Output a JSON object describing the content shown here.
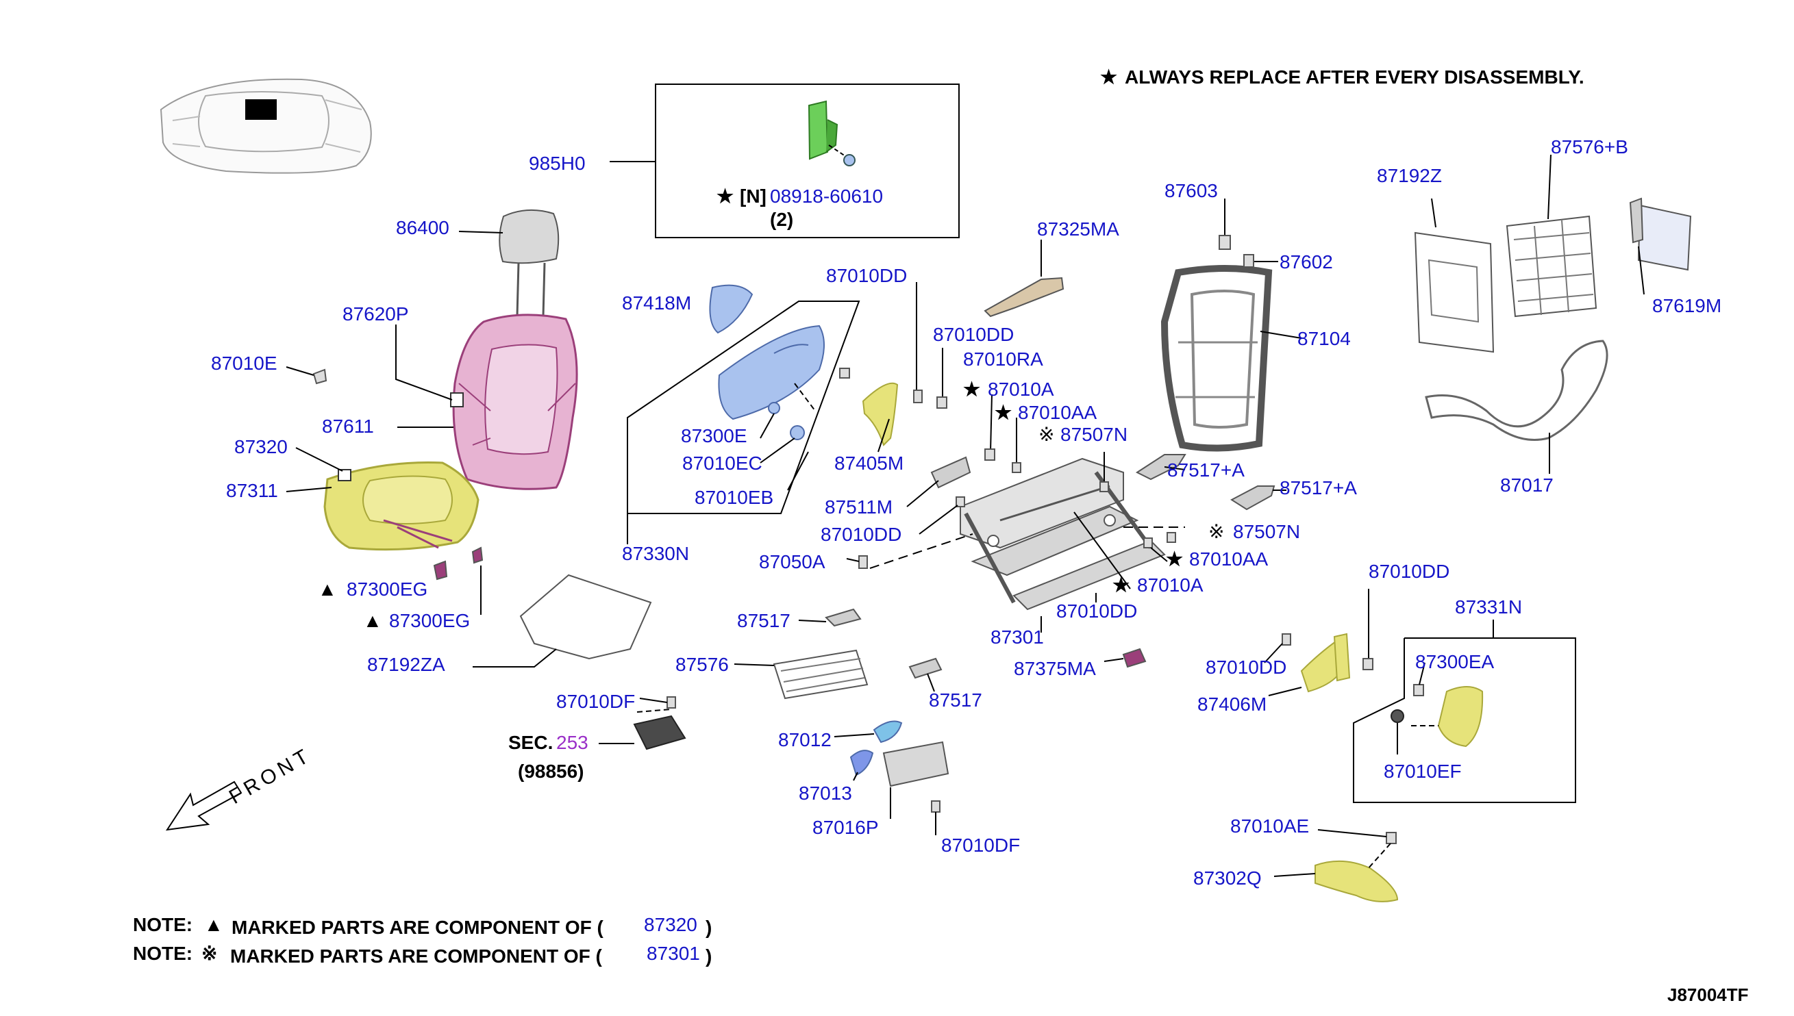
{
  "colors": {
    "label": "#1515c8",
    "text": "#000000",
    "sec_number": "#9a2fc8",
    "pink": "#e7b3d2",
    "pink_dark": "#9b3f7a",
    "yellow": "#e6e37a",
    "yellow_dark": "#a9a83a",
    "blue": "#a9c2ee",
    "green": "#6ccf5a",
    "gray": "#cfcfcf",
    "dark": "#555555"
  },
  "header_note": "ALWAYS REPLACE AFTER EVERY DISASSEMBLY.",
  "symbols": {
    "star": "★",
    "triangle": "▲",
    "ref": "※"
  },
  "labels": {
    "p985H0": "985H0",
    "p08918": "08918-60610",
    "n_mark": "[N]",
    "qty": "(2)",
    "p86400": "86400",
    "p87620P": "87620P",
    "p87010E": "87010E",
    "p87611": "87611",
    "p87320": "87320",
    "p87311": "87311",
    "p87300EG_1": "87300EG",
    "p87300EG_2": "87300EG",
    "p87192ZA": "87192ZA",
    "p87418M": "87418M",
    "p87300E": "87300E",
    "p87010EC": "87010EC",
    "p87010EB": "87010EB",
    "p87330N": "87330N",
    "p87010DD_1": "87010DD",
    "p87010DD_2": "87010DD",
    "p87010RA": "87010RA",
    "p87010A_1": "87010A",
    "p87010AA_1": "87010AA",
    "p87507N_1": "87507N",
    "p87405M": "87405M",
    "p87511M": "87511M",
    "p87010DD_3": "87010DD",
    "p87050A": "87050A",
    "p87325MA": "87325MA",
    "p87603": "87603",
    "p87602": "87602",
    "p87104": "87104",
    "p87517A_1": "87517+A",
    "p87517A_2": "87517+A",
    "p87507N_2": "87507N",
    "p87010AA_2": "87010AA",
    "p87010A_2": "87010A",
    "p87010DD_4": "87010DD",
    "p87301": "87301",
    "p87375MA": "87375MA",
    "p87517_1": "87517",
    "p87576": "87576",
    "p87517_2": "87517",
    "p87010DF_1": "87010DF",
    "sec_prefix": "SEC.",
    "sec_number": "253",
    "sec_sub": "(98856)",
    "p87012": "87012",
    "p87013": "87013",
    "p87016P": "87016P",
    "p87010DF_2": "87010DF",
    "p87192Z": "87192Z",
    "p87576B": "87576+B",
    "p87619M": "87619M",
    "p87017": "87017",
    "p87010DD_5": "87010DD",
    "p87331N": "87331N",
    "p87010DD_6": "87010DD",
    "p87300EA": "87300EA",
    "p87406M": "87406M",
    "p87010EF": "87010EF",
    "p87010AE": "87010AE",
    "p87302Q": "87302Q"
  },
  "front_label": "FRONT",
  "notes": [
    {
      "prefix": "NOTE:",
      "symbol": "▲",
      "text": "MARKED PARTS ARE COMPONENT OF (",
      "ref": "87320",
      "close": ")"
    },
    {
      "prefix": "NOTE:",
      "symbol": "※",
      "text": "MARKED PARTS ARE COMPONENT OF (",
      "ref": "87301",
      "close": ")"
    }
  ],
  "diagram_code": "J87004TF"
}
